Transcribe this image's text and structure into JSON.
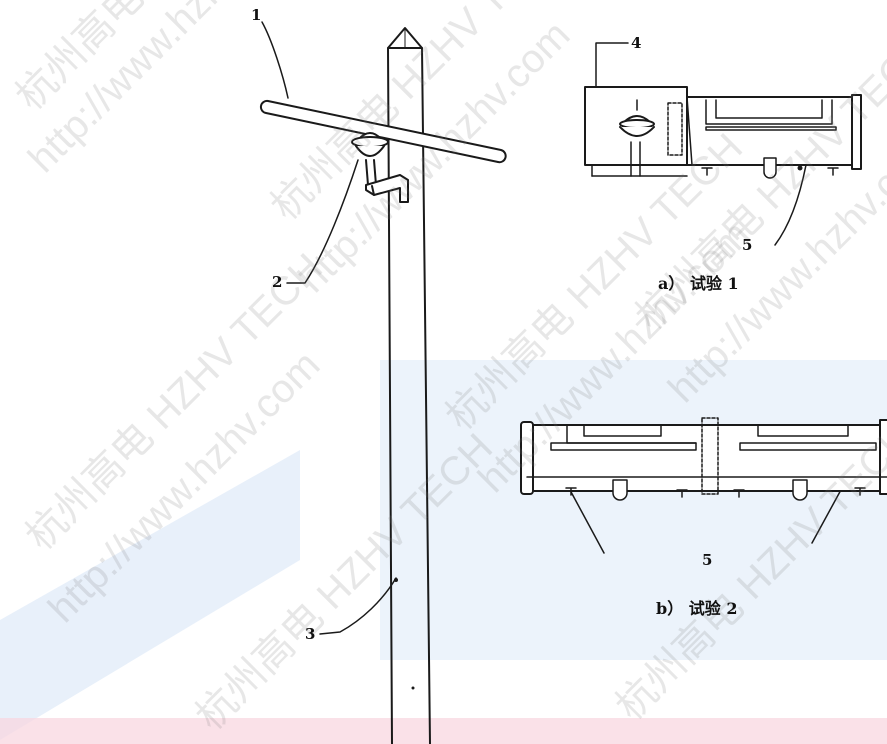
{
  "labels": {
    "n1": "1",
    "n2": "2",
    "n3": "3",
    "n4": "4",
    "n5a": "5",
    "n5b": "5"
  },
  "captions": {
    "a": "a） 试验 1",
    "b": "b） 试验 2"
  },
  "watermark": {
    "brand": "杭州高电 HZHV TECH",
    "url": "http://www.hzhv.com"
  },
  "colors": {
    "line": "#1a1a1a",
    "band_blue": "#cfe1f5",
    "band_pink": "#f8d2dd"
  }
}
